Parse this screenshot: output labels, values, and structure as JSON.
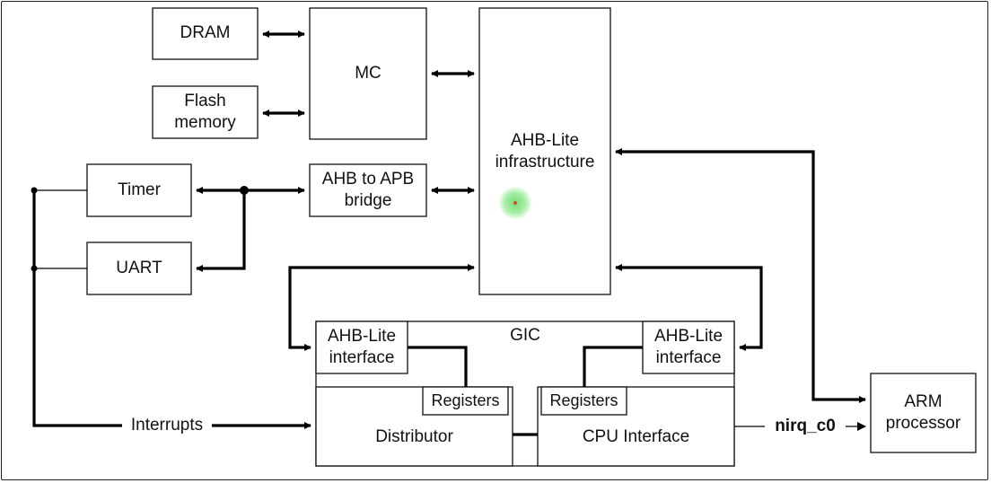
{
  "blocks": {
    "dram": "DRAM",
    "flash": "Flash\nmemory",
    "mc": "MC",
    "ahb_lite": "AHB-Lite\ninfrastructure",
    "timer": "Timer",
    "uart": "UART",
    "bridge": "AHB to APB\nbridge",
    "gic": "GIC",
    "ahb_if_left": "AHB-Lite\ninterface",
    "ahb_if_right": "AHB-Lite\ninterface",
    "registers_left": "Registers",
    "registers_right": "Registers",
    "distributor": "Distributor",
    "cpu_interface": "CPU Interface",
    "arm": "ARM\nprocessor"
  },
  "signals": {
    "interrupts": "Interrupts",
    "nirq": "nirq_c0"
  },
  "colors": {
    "line": "#000000",
    "pointer": "#6edc6e"
  }
}
